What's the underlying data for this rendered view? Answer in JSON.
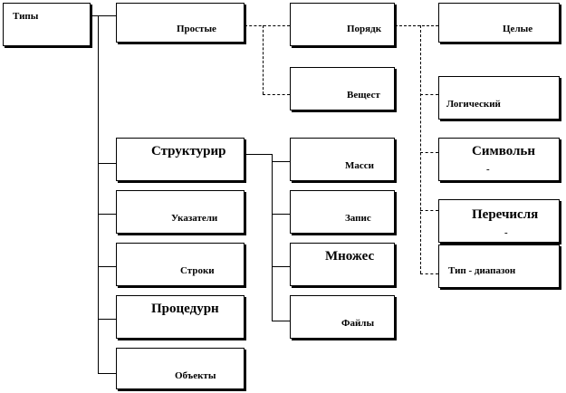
{
  "nodes": {
    "types": "Типы",
    "simple": "Простые",
    "structured": "Структурир",
    "pointers": "Указатели",
    "strings": "Строки",
    "procedural": "Процедурн",
    "objects": "Объекты",
    "ordinal": "Порядк",
    "real": "Вещест",
    "arrays": "Масси",
    "records": "Запис",
    "sets": "Множес",
    "files": "Файлы",
    "integer": "Целые",
    "logical": "Логический",
    "char": "Символьн",
    "char_tail": "-",
    "enum": "Перечисля",
    "enum_tail": "-",
    "range": "Тип - диапазон"
  }
}
